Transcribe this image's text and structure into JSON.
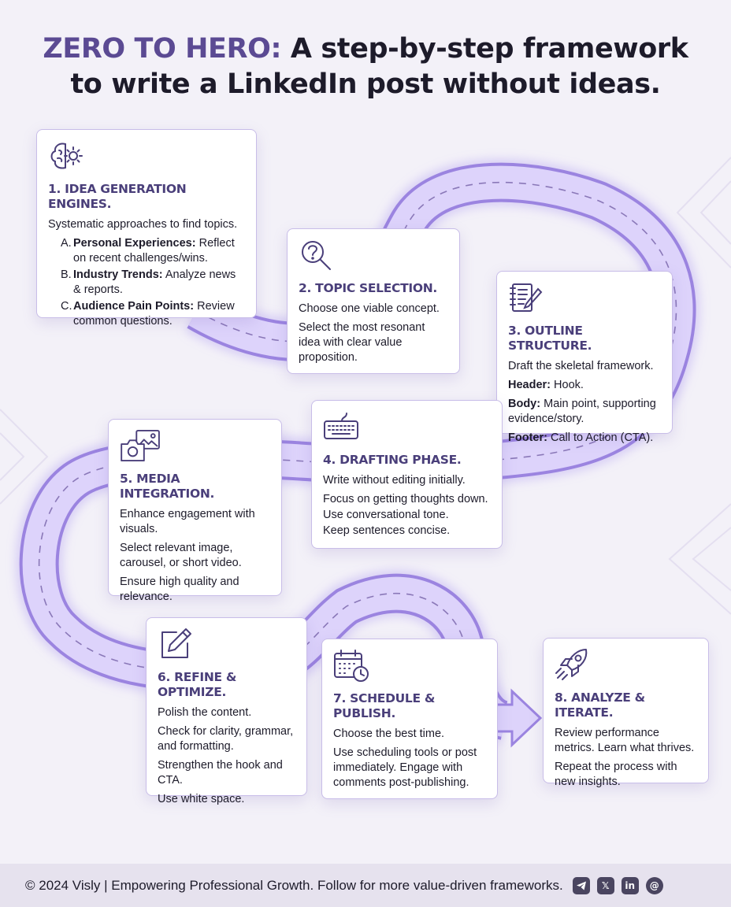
{
  "header": {
    "title_accent": "ZERO TO HERO:",
    "title_line1": "A step-by-step framework",
    "title_line2": "to write a LinkedIn post without ideas."
  },
  "colors": {
    "accent": "#5b4a93",
    "road": "#c9bbf2",
    "road_edge": "#9b84e0",
    "card_border": "#c8bde8"
  },
  "steps": [
    {
      "icon": "brain-gear-icon",
      "title": "1. IDEA GENERATION ENGINES.",
      "intro": "Systematic approaches to find topics.",
      "items": [
        {
          "marker": "A.",
          "bold": "Personal Experiences:",
          "text": " Reflect on recent challenges/wins."
        },
        {
          "marker": "B.",
          "bold": "Industry Trends:",
          "text": " Analyze news & reports."
        },
        {
          "marker": "C.",
          "bold": "Audience Pain Points:",
          "text": " Review common questions."
        }
      ]
    },
    {
      "icon": "question-magnifier-icon",
      "title": "2. TOPIC SELECTION.",
      "lines": [
        "Choose one viable concept.",
        "Select the most resonant idea with clear value proposition."
      ]
    },
    {
      "icon": "notepad-pen-icon",
      "title": "3. OUTLINE STRUCTURE.",
      "intro": "Draft the skeletal framework.",
      "parts": [
        {
          "bold": "Header:",
          "text": " Hook."
        },
        {
          "bold": "Body:",
          "text": " Main point, supporting evidence/story."
        },
        {
          "bold": "Footer:",
          "text": " Call to Action (CTA)."
        }
      ]
    },
    {
      "icon": "keyboard-icon",
      "title": "4. DRAFTING PHASE.",
      "lines": [
        "Write without editing initially.",
        "Focus on getting thoughts down.",
        "Use conversational tone.",
        "Keep sentences concise."
      ]
    },
    {
      "icon": "camera-image-icon",
      "title": "5. MEDIA INTEGRATION.",
      "lines": [
        "Enhance engagement with visuals.",
        "Select relevant image, carousel, or short video.",
        "Ensure high quality and relevance."
      ]
    },
    {
      "icon": "edit-pencil-icon",
      "title": "6. REFINE & OPTIMIZE.",
      "lines": [
        "Polish the content.",
        "Check for clarity, grammar, and formatting.",
        "Strengthen the hook and CTA.",
        "Use white space."
      ]
    },
    {
      "icon": "calendar-clock-icon",
      "title": "7. SCHEDULE & PUBLISH.",
      "lines": [
        "Choose the best time.",
        "Use scheduling tools or post immediately. Engage with comments post-publishing."
      ]
    },
    {
      "icon": "rocket-icon",
      "title": "8. ANALYZE & ITERATE.",
      "lines": [
        "Review performance metrics. Learn what thrives.",
        "Repeat the process with new insights."
      ]
    }
  ],
  "footer": {
    "text": "© 2024 Visly | Empowering Professional Growth. Follow for more value-driven frameworks.",
    "social": [
      "telegram-icon",
      "x-icon",
      "linkedin-icon",
      "threads-icon"
    ],
    "social_glyphs": {
      "x": "𝕏",
      "linkedin": "in",
      "threads": "@"
    }
  }
}
